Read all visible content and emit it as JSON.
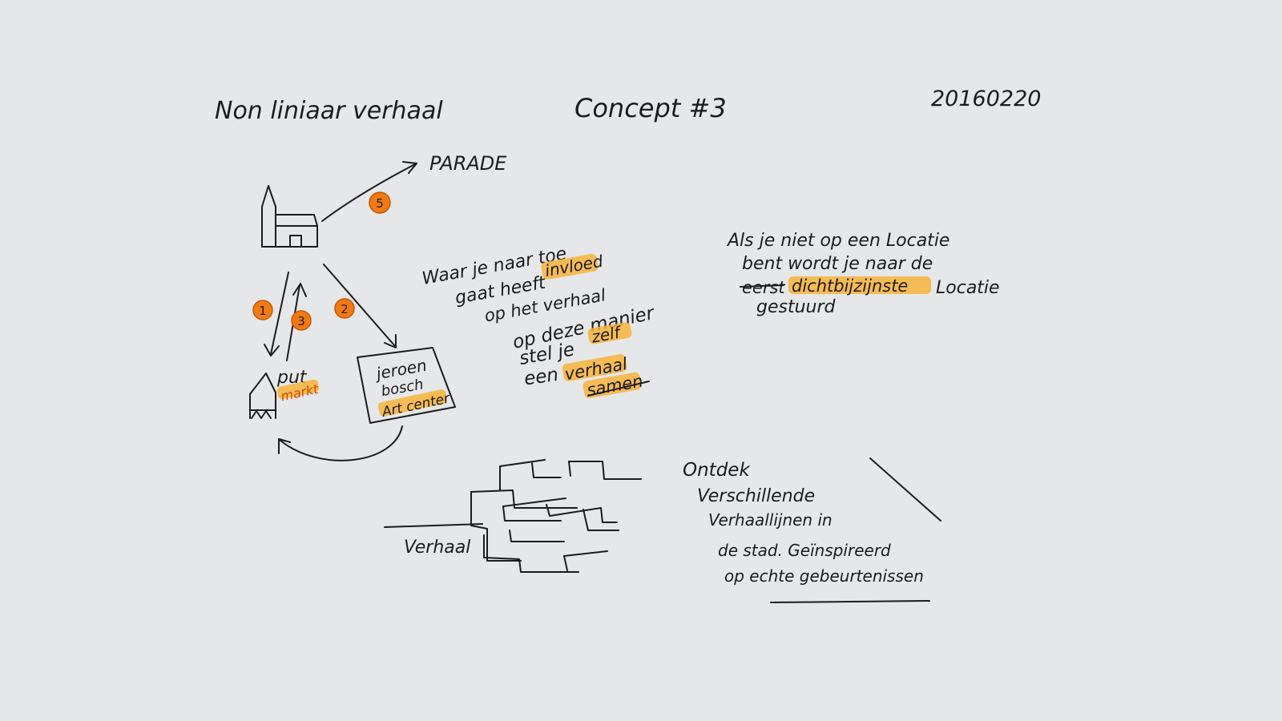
{
  "header": {
    "title": "Non liniaar verhaal",
    "concept": "Concept #3",
    "date": "20160220"
  },
  "map": {
    "parade_label": "PARADE",
    "put_label": "put",
    "markt_label": "markt",
    "jeroen_line1": "jeroen",
    "jeroen_line2": "bosch",
    "jeroen_line3": "Art center",
    "steps": [
      "1",
      "2",
      "3",
      "5"
    ]
  },
  "note_middle": {
    "line1": "Waar je naar toe",
    "line2_a": "gaat heeft",
    "line2_b": "invloed",
    "line3": "op het verhaal",
    "line4": "op deze manier",
    "line5_a": "stel je",
    "line5_b": "zelf",
    "line6_a": "een",
    "line6_b": "verhaal",
    "line7": "samen"
  },
  "note_right": {
    "line1": "Als je niet op een Locatie",
    "line2": "bent wordt je naar de",
    "line3_strike": "eerst",
    "line3_hl": "dichtbijzijnste",
    "line3_end": "Locatie",
    "line4": "gestuurd"
  },
  "tree": {
    "label": "Verhaal"
  },
  "note_bottom": {
    "line1": "Ontdek",
    "line2": "Verschillende",
    "line3": "Verhaallijnen in",
    "line4": "de stad. Geïnspireerd",
    "line5": "op echte gebeurtenissen"
  }
}
